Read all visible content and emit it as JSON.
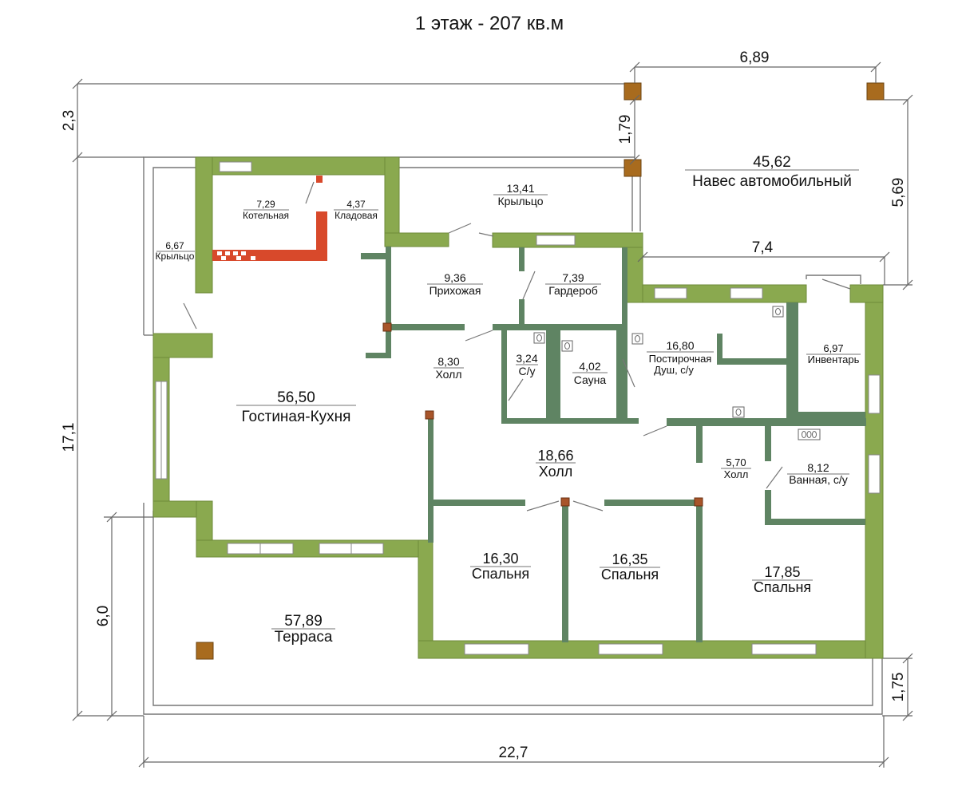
{
  "title": "1 этаж - 207 кв.м",
  "colors": {
    "wall": "#8aa94f",
    "partition": "#5f8463",
    "column": "#a86b1e",
    "brick": "#d8492b",
    "line": "#777777"
  },
  "rooms": [
    {
      "id": "kotelnaya",
      "area": "7,29",
      "name": "Котельная"
    },
    {
      "id": "kladovaya",
      "area": "4,37",
      "name": "Кладовая"
    },
    {
      "id": "krylco-top",
      "area": "13,41",
      "name": "Крыльцо"
    },
    {
      "id": "krylco-left",
      "area": "6,67",
      "name": "Крыльцо"
    },
    {
      "id": "prihozhaya",
      "area": "9,36",
      "name": "Прихожая"
    },
    {
      "id": "garderob",
      "area": "7,39",
      "name": "Гардероб"
    },
    {
      "id": "holl-small",
      "area": "8,30",
      "name": "Холл"
    },
    {
      "id": "su",
      "area": "3,24",
      "name": "С/у"
    },
    {
      "id": "sauna",
      "area": "4,02",
      "name": "Сауна"
    },
    {
      "id": "postirochnaya",
      "area": "16,80",
      "name": "Постирочная",
      "name2": "Душ, с/у"
    },
    {
      "id": "inventar",
      "area": "6,97",
      "name": "Инвентарь"
    },
    {
      "id": "gostinaya",
      "area": "56,50",
      "name": "Гостиная-Кухня"
    },
    {
      "id": "holl-big",
      "area": "18,66",
      "name": "Холл"
    },
    {
      "id": "holl-bath",
      "area": "5,70",
      "name": "Холл"
    },
    {
      "id": "vannaya",
      "area": "8,12",
      "name": "Ванная, с/у"
    },
    {
      "id": "spalnya-1",
      "area": "16,30",
      "name": "Спальня"
    },
    {
      "id": "spalnya-2",
      "area": "16,35",
      "name": "Спальня"
    },
    {
      "id": "spalnya-3",
      "area": "17,85",
      "name": "Спальня"
    },
    {
      "id": "terrasa",
      "area": "57,89",
      "name": "Терраса"
    },
    {
      "id": "naves",
      "area": "45,62",
      "name": "Навес автомобильный"
    }
  ],
  "dimensions": {
    "carport_width": "6,89",
    "top_offset": "2,3",
    "post_gap": "1,79",
    "carport_depth": "5,69",
    "right_wing": "7,4",
    "total_height": "17,1",
    "terrace_depth": "6,0",
    "bottom_offset": "1,75",
    "total_width": "22,7"
  }
}
